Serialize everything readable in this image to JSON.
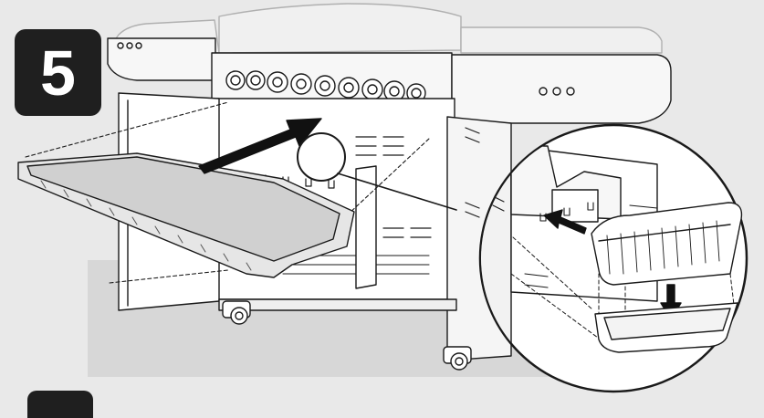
{
  "step": {
    "number": "5"
  },
  "colors": {
    "background": "#e9e9e9",
    "badge": "#1f1f1f",
    "badge_text": "#ffffff",
    "line": "#1a1a1a",
    "arrow": "#111111",
    "light_panel": "#d7d7d7"
  },
  "illustration": {
    "icons": [
      "grill-illustration",
      "grease-tray",
      "drip-pan",
      "insert-arrow",
      "zoom-detail-circle"
    ]
  }
}
